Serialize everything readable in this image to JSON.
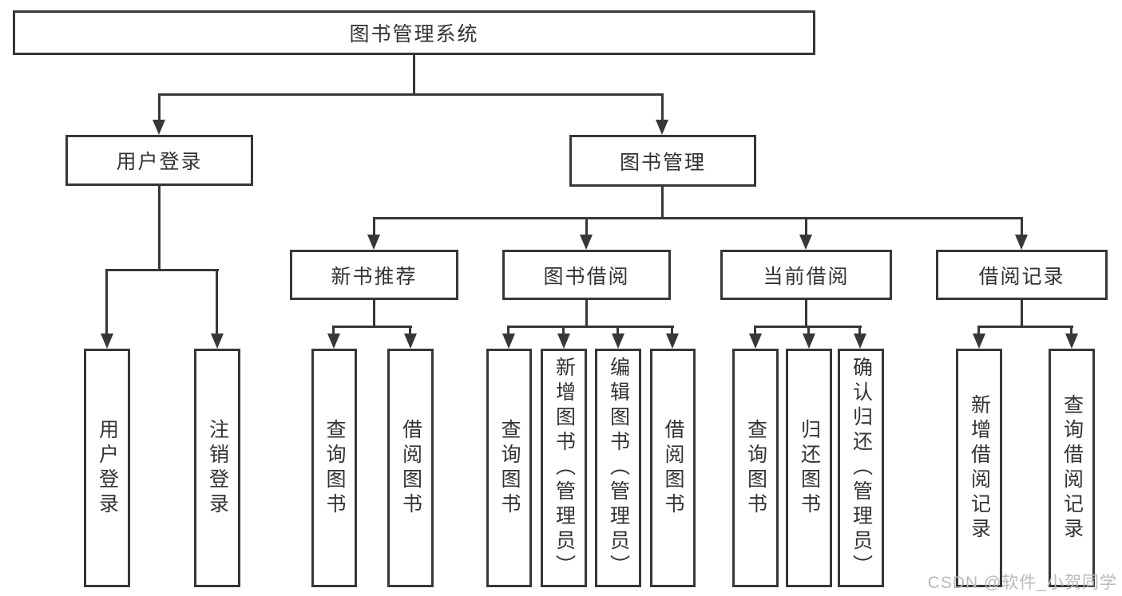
{
  "diagram_title": "图书管理系统",
  "tree": {
    "label": "图书管理系统",
    "children": [
      {
        "label": "用户登录",
        "children": [
          {
            "label": "用户登录"
          },
          {
            "label": "注销登录"
          }
        ]
      },
      {
        "label": "图书管理",
        "children": [
          {
            "label": "新书推荐",
            "children": [
              {
                "label": "查询图书"
              },
              {
                "label": "借阅图书"
              }
            ]
          },
          {
            "label": "图书借阅",
            "children": [
              {
                "label": "查询图书"
              },
              {
                "label": "新增图书（管理员）"
              },
              {
                "label": "编辑图书（管理员）"
              },
              {
                "label": "借阅图书"
              }
            ]
          },
          {
            "label": "当前借阅",
            "children": [
              {
                "label": "查询图书"
              },
              {
                "label": "归还图书"
              },
              {
                "label": "确认归还（管理员）"
              }
            ]
          },
          {
            "label": "借阅记录",
            "children": [
              {
                "label": "新增借阅记录"
              },
              {
                "label": "查询借阅记录"
              }
            ]
          }
        ]
      }
    ]
  },
  "watermark": {
    "text": "CSDN @软件_小贺同学"
  },
  "colors": {
    "line": "#373737",
    "text": "#333333",
    "background": "#ffffff",
    "watermark": "#b9b9b9"
  }
}
